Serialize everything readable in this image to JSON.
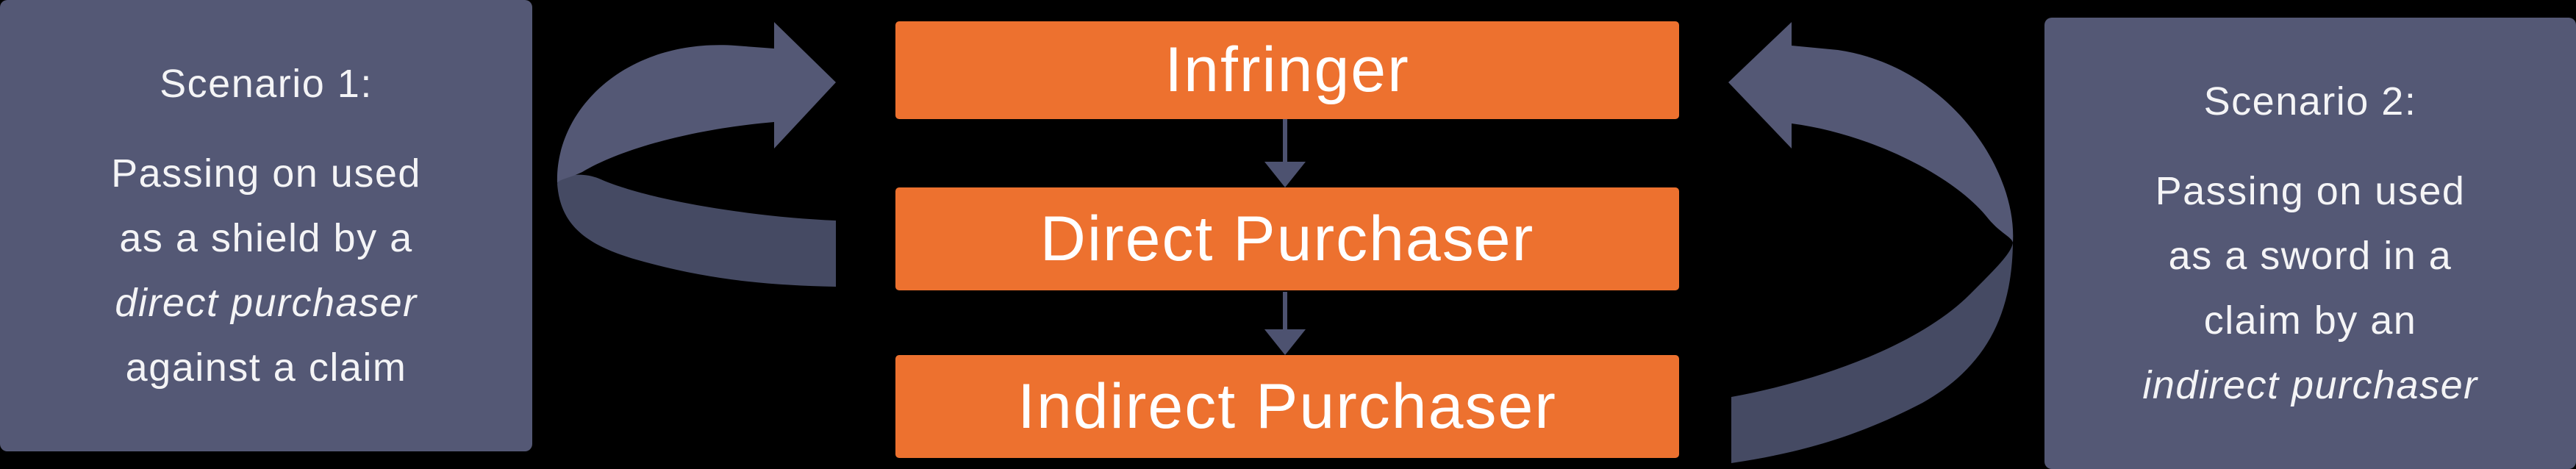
{
  "colors": {
    "background": "#000000",
    "scenario_box": "#545875",
    "process_box": "#ed712f",
    "ribbon_top": "#545875",
    "ribbon_underside": "#454a63",
    "connector": "#4d5270",
    "text_color": "#f4f4f6"
  },
  "scenario_1": {
    "title": "Scenario 1:",
    "lines": [
      "Passing on used",
      "as a shield by a",
      "direct purchaser",
      "against a claim"
    ]
  },
  "scenario_2": {
    "title": "Scenario 2:",
    "lines": [
      "Passing on used",
      "as a sword in a",
      "claim by an",
      "indirect purchaser"
    ]
  },
  "supply_chain": {
    "top": "Infringer",
    "middle": "Direct Purchaser",
    "bottom": "Indirect Purchaser"
  },
  "icons": {
    "left_arrow": "curved-ribbon-arrow-right-icon",
    "right_arrow": "curved-ribbon-arrow-left-icon",
    "connector_1": "arrow-down-icon",
    "connector_2": "arrow-down-icon"
  }
}
